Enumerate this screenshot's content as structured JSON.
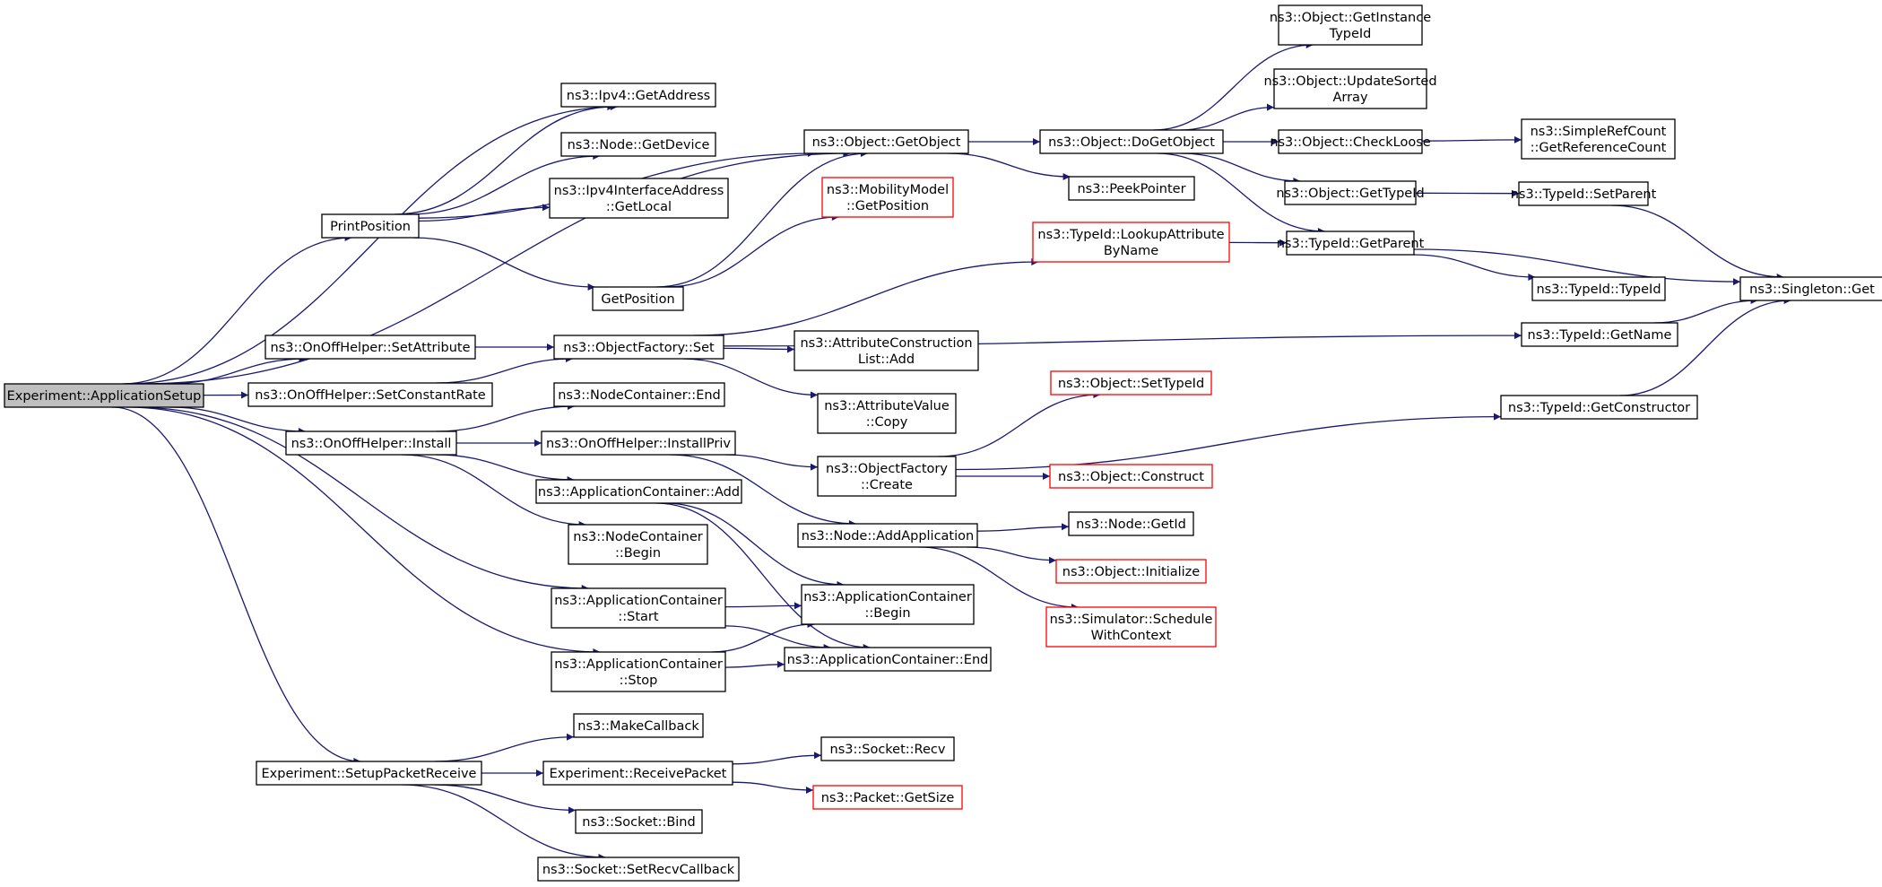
{
  "colors": {
    "edge": "#191970",
    "box_border": "#000000",
    "box_border_red": "#ff0000",
    "root_fill": "#bfbfbf",
    "box_fill": "#ffffff",
    "text": "#000000"
  },
  "nodes": [
    {
      "id": "root",
      "lines": [
        "Experiment::ApplicationSetup"
      ],
      "style": "root"
    },
    {
      "id": "printpos",
      "lines": [
        "PrintPosition"
      ],
      "style": "normal"
    },
    {
      "id": "onoff_setattr",
      "lines": [
        "ns3::OnOffHelper::SetAttribute"
      ],
      "style": "normal"
    },
    {
      "id": "onoff_setconst",
      "lines": [
        "ns3::OnOffHelper::SetConstantRate"
      ],
      "style": "normal"
    },
    {
      "id": "onoff_install",
      "lines": [
        "ns3::OnOffHelper::Install"
      ],
      "style": "normal"
    },
    {
      "id": "setuprecv",
      "lines": [
        "Experiment::SetupPacketReceive"
      ],
      "style": "normal"
    },
    {
      "id": "ipv4_getaddr",
      "lines": [
        "ns3::Ipv4::GetAddress"
      ],
      "style": "normal"
    },
    {
      "id": "node_getdevice",
      "lines": [
        "ns3::Node::GetDevice"
      ],
      "style": "normal"
    },
    {
      "id": "ipv4if_getlocal",
      "lines": [
        "ns3::Ipv4InterfaceAddress",
        "::GetLocal"
      ],
      "style": "normal"
    },
    {
      "id": "getposition",
      "lines": [
        "GetPosition"
      ],
      "style": "normal"
    },
    {
      "id": "of_set",
      "lines": [
        "ns3::ObjectFactory::Set"
      ],
      "style": "normal"
    },
    {
      "id": "nc_end",
      "lines": [
        "ns3::NodeContainer::End"
      ],
      "style": "normal"
    },
    {
      "id": "onoff_installpriv",
      "lines": [
        "ns3::OnOffHelper::InstallPriv"
      ],
      "style": "normal"
    },
    {
      "id": "ac_add",
      "lines": [
        "ns3::ApplicationContainer::Add"
      ],
      "style": "normal"
    },
    {
      "id": "nc_begin",
      "lines": [
        "ns3::NodeContainer",
        "::Begin"
      ],
      "style": "normal"
    },
    {
      "id": "ac_start",
      "lines": [
        "ns3::ApplicationContainer",
        "::Start"
      ],
      "style": "normal"
    },
    {
      "id": "ac_stop",
      "lines": [
        "ns3::ApplicationContainer",
        "::Stop"
      ],
      "style": "normal"
    },
    {
      "id": "makecallback",
      "lines": [
        "ns3::MakeCallback"
      ],
      "style": "normal"
    },
    {
      "id": "exp_recvpacket",
      "lines": [
        "Experiment::ReceivePacket"
      ],
      "style": "normal"
    },
    {
      "id": "socket_bind",
      "lines": [
        "ns3::Socket::Bind"
      ],
      "style": "normal"
    },
    {
      "id": "socket_setrecvcb",
      "lines": [
        "ns3::Socket::SetRecvCallback"
      ],
      "style": "normal"
    },
    {
      "id": "obj_getobject",
      "lines": [
        "ns3::Object::GetObject"
      ],
      "style": "normal"
    },
    {
      "id": "mobility_getpos",
      "lines": [
        "ns3::MobilityModel",
        "::GetPosition"
      ],
      "style": "red"
    },
    {
      "id": "attrcons_add",
      "lines": [
        "ns3::AttributeConstruction",
        "List::Add"
      ],
      "style": "normal"
    },
    {
      "id": "attrval_copy",
      "lines": [
        "ns3::AttributeValue",
        "::Copy"
      ],
      "style": "normal"
    },
    {
      "id": "of_create",
      "lines": [
        "ns3::ObjectFactory",
        "::Create"
      ],
      "style": "normal"
    },
    {
      "id": "node_addapp",
      "lines": [
        "ns3::Node::AddApplication"
      ],
      "style": "normal"
    },
    {
      "id": "ac_begin",
      "lines": [
        "ns3::ApplicationContainer",
        "::Begin"
      ],
      "style": "normal"
    },
    {
      "id": "ac_end",
      "lines": [
        "ns3::ApplicationContainer::End"
      ],
      "style": "normal"
    },
    {
      "id": "socket_recv",
      "lines": [
        "ns3::Socket::Recv"
      ],
      "style": "normal"
    },
    {
      "id": "packet_getsize",
      "lines": [
        "ns3::Packet::GetSize"
      ],
      "style": "red"
    },
    {
      "id": "obj_dogetobject",
      "lines": [
        "ns3::Object::DoGetObject"
      ],
      "style": "normal"
    },
    {
      "id": "peekpointer",
      "lines": [
        "ns3::PeekPointer"
      ],
      "style": "normal"
    },
    {
      "id": "typeid_lookupattr",
      "lines": [
        "ns3::TypeId::LookupAttribute",
        "ByName"
      ],
      "style": "red"
    },
    {
      "id": "obj_settypeid",
      "lines": [
        "ns3::Object::SetTypeId"
      ],
      "style": "red"
    },
    {
      "id": "obj_construct",
      "lines": [
        "ns3::Object::Construct"
      ],
      "style": "red"
    },
    {
      "id": "node_getid",
      "lines": [
        "ns3::Node::GetId"
      ],
      "style": "normal"
    },
    {
      "id": "obj_initialize",
      "lines": [
        "ns3::Object::Initialize"
      ],
      "style": "red"
    },
    {
      "id": "sim_schedulectx",
      "lines": [
        "ns3::Simulator::Schedule",
        "WithContext"
      ],
      "style": "red"
    },
    {
      "id": "obj_getinstancetypeid",
      "lines": [
        "ns3::Object::GetInstance",
        "TypeId"
      ],
      "style": "normal"
    },
    {
      "id": "obj_updatesorted",
      "lines": [
        "ns3::Object::UpdateSorted",
        "Array"
      ],
      "style": "normal"
    },
    {
      "id": "obj_checkloose",
      "lines": [
        "ns3::Object::CheckLoose"
      ],
      "style": "normal"
    },
    {
      "id": "obj_gettypeid",
      "lines": [
        "ns3::Object::GetTypeId"
      ],
      "style": "normal"
    },
    {
      "id": "typeid_getparent",
      "lines": [
        "ns3::TypeId::GetParent"
      ],
      "style": "normal"
    },
    {
      "id": "simplerefcount",
      "lines": [
        "ns3::SimpleRefCount",
        "::GetReferenceCount"
      ],
      "style": "normal"
    },
    {
      "id": "typeid_setparent",
      "lines": [
        "ns3::TypeId::SetParent"
      ],
      "style": "normal"
    },
    {
      "id": "typeid_typeid",
      "lines": [
        "ns3::TypeId::TypeId"
      ],
      "style": "normal"
    },
    {
      "id": "typeid_getname",
      "lines": [
        "ns3::TypeId::GetName"
      ],
      "style": "normal"
    },
    {
      "id": "typeid_getconstructor",
      "lines": [
        "ns3::TypeId::GetConstructor"
      ],
      "style": "normal"
    },
    {
      "id": "singleton_get",
      "lines": [
        "ns3::Singleton::Get"
      ],
      "style": "normal"
    }
  ],
  "edges": [
    [
      "root",
      "obj_getobject"
    ],
    [
      "root",
      "ipv4_getaddr"
    ],
    [
      "root",
      "printpos"
    ],
    [
      "root",
      "onoff_setattr"
    ],
    [
      "root",
      "onoff_setconst"
    ],
    [
      "root",
      "onoff_install"
    ],
    [
      "root",
      "ac_start"
    ],
    [
      "root",
      "ac_stop"
    ],
    [
      "root",
      "setuprecv"
    ],
    [
      "printpos",
      "ipv4_getaddr"
    ],
    [
      "printpos",
      "node_getdevice"
    ],
    [
      "printpos",
      "ipv4if_getlocal"
    ],
    [
      "printpos",
      "obj_getobject"
    ],
    [
      "printpos",
      "getposition"
    ],
    [
      "getposition",
      "obj_getobject"
    ],
    [
      "getposition",
      "mobility_getpos"
    ],
    [
      "onoff_setattr",
      "of_set"
    ],
    [
      "onoff_setconst",
      "of_set"
    ],
    [
      "of_set",
      "typeid_lookupattr"
    ],
    [
      "of_set",
      "typeid_getname"
    ],
    [
      "of_set",
      "attrcons_add"
    ],
    [
      "of_set",
      "attrval_copy"
    ],
    [
      "onoff_install",
      "nc_end"
    ],
    [
      "onoff_install",
      "onoff_installpriv"
    ],
    [
      "onoff_install",
      "ac_add"
    ],
    [
      "onoff_install",
      "nc_begin"
    ],
    [
      "onoff_installpriv",
      "of_create"
    ],
    [
      "onoff_installpriv",
      "node_addapp"
    ],
    [
      "ac_add",
      "ac_begin"
    ],
    [
      "ac_add",
      "ac_end"
    ],
    [
      "ac_start",
      "ac_begin"
    ],
    [
      "ac_start",
      "ac_end"
    ],
    [
      "ac_stop",
      "ac_begin"
    ],
    [
      "ac_stop",
      "ac_end"
    ],
    [
      "of_create",
      "obj_settypeid"
    ],
    [
      "of_create",
      "typeid_getconstructor"
    ],
    [
      "of_create",
      "obj_construct"
    ],
    [
      "node_addapp",
      "node_getid"
    ],
    [
      "node_addapp",
      "obj_initialize"
    ],
    [
      "node_addapp",
      "sim_schedulectx"
    ],
    [
      "setuprecv",
      "makecallback"
    ],
    [
      "setuprecv",
      "exp_recvpacket"
    ],
    [
      "setuprecv",
      "socket_bind"
    ],
    [
      "setuprecv",
      "socket_setrecvcb"
    ],
    [
      "exp_recvpacket",
      "socket_recv"
    ],
    [
      "exp_recvpacket",
      "packet_getsize"
    ],
    [
      "obj_getobject",
      "obj_dogetobject"
    ],
    [
      "obj_getobject",
      "peekpointer"
    ],
    [
      "obj_dogetobject",
      "obj_getinstancetypeid"
    ],
    [
      "obj_dogetobject",
      "obj_updatesorted"
    ],
    [
      "obj_dogetobject",
      "obj_checkloose"
    ],
    [
      "obj_dogetobject",
      "obj_gettypeid"
    ],
    [
      "obj_dogetobject",
      "typeid_getparent"
    ],
    [
      "obj_checkloose",
      "simplerefcount"
    ],
    [
      "obj_gettypeid",
      "typeid_setparent"
    ],
    [
      "typeid_lookupattr",
      "typeid_getparent"
    ],
    [
      "typeid_getparent",
      "typeid_typeid"
    ],
    [
      "typeid_getparent",
      "singleton_get"
    ],
    [
      "typeid_setparent",
      "singleton_get"
    ],
    [
      "typeid_getname",
      "singleton_get"
    ],
    [
      "typeid_getconstructor",
      "singleton_get"
    ]
  ]
}
